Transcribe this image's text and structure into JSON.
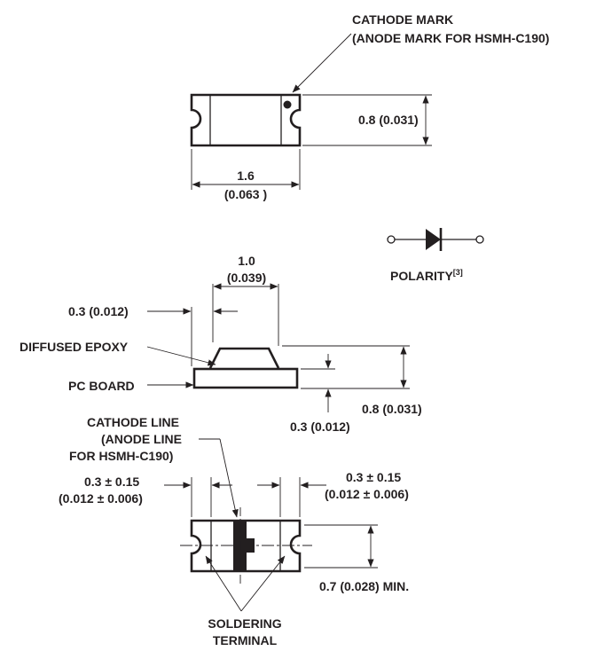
{
  "labels": {
    "cathode_mark": "CATHODE MARK",
    "anode_mark": "(ANODE MARK FOR HSMH-C190)",
    "height_top": "0.8 (0.031)",
    "length_mm": "1.6",
    "length_in": "(0.063 )",
    "polarity": "POLARITY",
    "polarity_note": "[3]",
    "lens_mm": "1.0",
    "lens_in": "(0.039)",
    "lens_offset": "0.3 (0.012)",
    "diffused_epoxy": "DIFFUSED EPOXY",
    "pc_board": "PC BOARD",
    "total_height": "0.8 (0.031)",
    "board_thickness": "0.3 (0.012)",
    "cathode_line": "CATHODE LINE",
    "anode_line_1": "(ANODE LINE",
    "anode_line_2": "FOR HSMH-C190)",
    "terminal_left_mm": "0.3 ± 0.15",
    "terminal_left_in": "(0.012 ± 0.006)",
    "terminal_right_mm": "0.3 ± 0.15",
    "terminal_right_in": "(0.012 ± 0.006)",
    "width_min": "0.7 (0.028) MIN.",
    "soldering": "SOLDERING",
    "terminal": "TERMINAL"
  },
  "colors": {
    "ink": "#231f20",
    "background": "#ffffff"
  }
}
